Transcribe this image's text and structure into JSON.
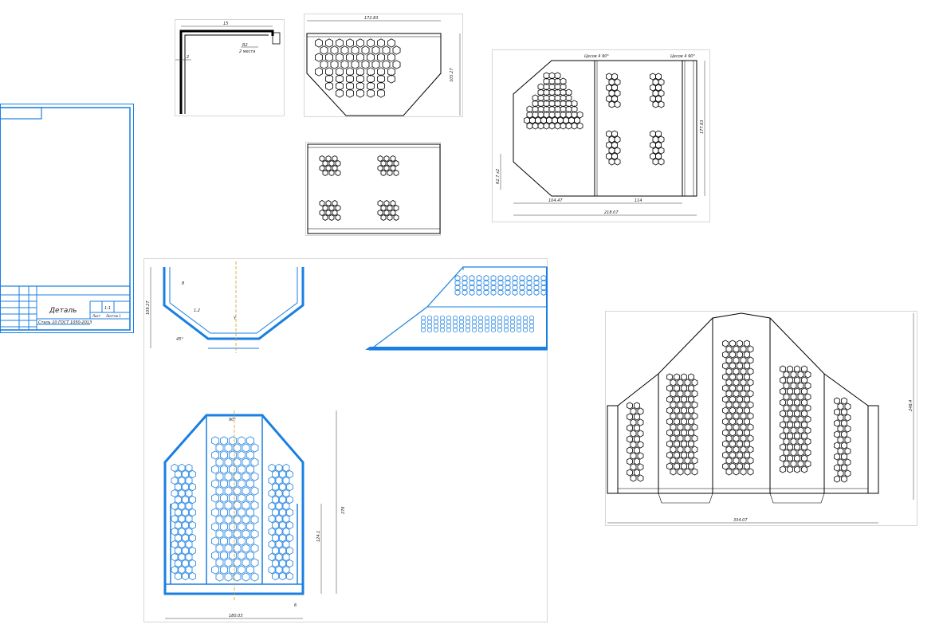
{
  "colors": {
    "line": "#000000",
    "blue": "#1a7fe0",
    "dim": "#333333",
    "axis": "#d4a020",
    "frame": "#1a7fe0",
    "border": "#d6d6d6"
  },
  "title_block": {
    "name": "Деталь",
    "material": "Сталь 10 ГОСТ 1050-2013",
    "scale": "1:1",
    "sheet": "Лист",
    "sheets": "Листов 1"
  },
  "views": {
    "bend_detail": {
      "dim_top": "15",
      "dim_r": "R2",
      "dim_left": "2",
      "note": "2 места"
    },
    "top_plate": {
      "dim_top": "172.83",
      "dim_right": "105.27"
    },
    "small_plate": {},
    "side_flat": {
      "label_a": "Цесов 4 90°",
      "label_b": "Цесов 4 90°",
      "dim_a": "104.47",
      "dim_b": "114",
      "dim_total": "218.07",
      "dim_side": "177.83",
      "dim_left": "R2.7 x2"
    },
    "section": {
      "axis_label": "Y",
      "dim_height": "109.27",
      "dim_flange": "8",
      "dim_chamfer": "1.2",
      "dim_angle": "45°"
    },
    "iso_view": {},
    "blue_front": {
      "dim_height": "276",
      "dim_right": "124.1",
      "dim_bottom": "6",
      "dim_width": "180.03",
      "dim_angle": "90°"
    },
    "flat_pattern": {
      "dim_height": "248.4",
      "dim_width": "334.07"
    }
  }
}
